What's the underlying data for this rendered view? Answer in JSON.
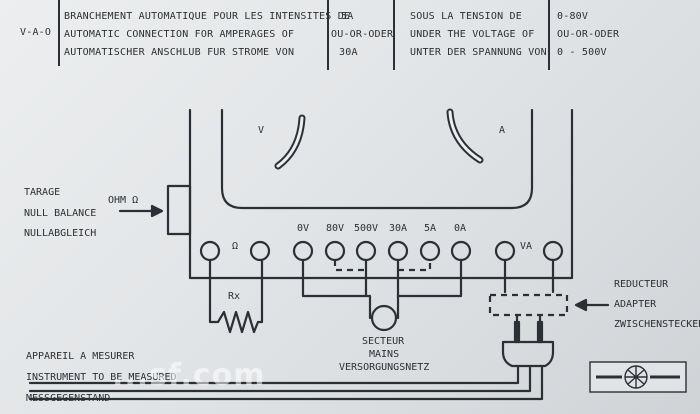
{
  "header": {
    "code": "V-A-O",
    "col1": [
      "BRANCHEMENT AUTOMATIQUE POUR LES INTENSITES DE",
      "AUTOMATIC CONNECTION FOR AMPERAGES OF",
      "AUTOMATISCHER ANSCHLUB FUR STROME VON"
    ],
    "col2": [
      "5A",
      "OU-OR-ODER",
      "30A"
    ],
    "col3": [
      "SOUS LA TENSION DE",
      "UNDER THE VOLTAGE OF",
      "UNTER DER SPANNUNG VON"
    ],
    "col4": [
      "0-80V",
      "OU-OR-ODER",
      "0 - 500V"
    ]
  },
  "tarage": [
    "TARAGE",
    "NULL BALANCE",
    "NULLABGLEICH"
  ],
  "ohm_label": "OHM Ω",
  "meter": {
    "v": "V",
    "a": "A"
  },
  "terminals": {
    "ohm_symbol": "Ω",
    "labels": [
      "0V",
      "80V",
      "500V",
      "30A",
      "5A",
      "0A",
      "VA"
    ]
  },
  "rx": "Rx",
  "secteur": [
    "SECTEUR",
    "MAINS",
    "VERSORGUNGSNETZ"
  ],
  "reducteur": [
    "REDUCTEUR",
    "ADAPTER",
    "ZWISCHENSTECKER"
  ],
  "appareil": [
    "APPAREIL A MESURER",
    "INSTRUMENT TO BE MEASURED",
    "MESSGEGENSTAND"
  ],
  "watermark": "...sf.com"
}
